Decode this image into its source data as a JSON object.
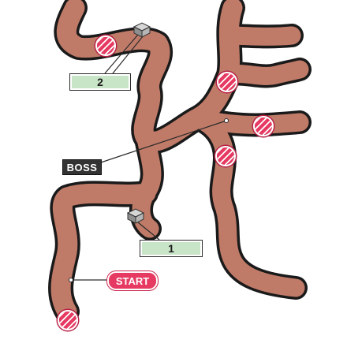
{
  "map": {
    "colors": {
      "tunnel": "#c07b68",
      "tunnel_outline": "#1a1a1a",
      "door": "#e63a62",
      "label_box": "#c9e5c7",
      "boss_tag": "#333333",
      "start_tag": "#e63a62"
    },
    "labels": {
      "boss": "BOSS",
      "start": "START"
    },
    "chests": [
      {
        "number": "2",
        "icon": "chest-icon"
      },
      {
        "number": "1",
        "icon": "chest-icon"
      }
    ],
    "doors": [
      {
        "icon": "door-icon"
      },
      {
        "icon": "door-icon"
      },
      {
        "icon": "door-icon"
      },
      {
        "icon": "door-icon"
      },
      {
        "icon": "door-icon"
      }
    ]
  }
}
